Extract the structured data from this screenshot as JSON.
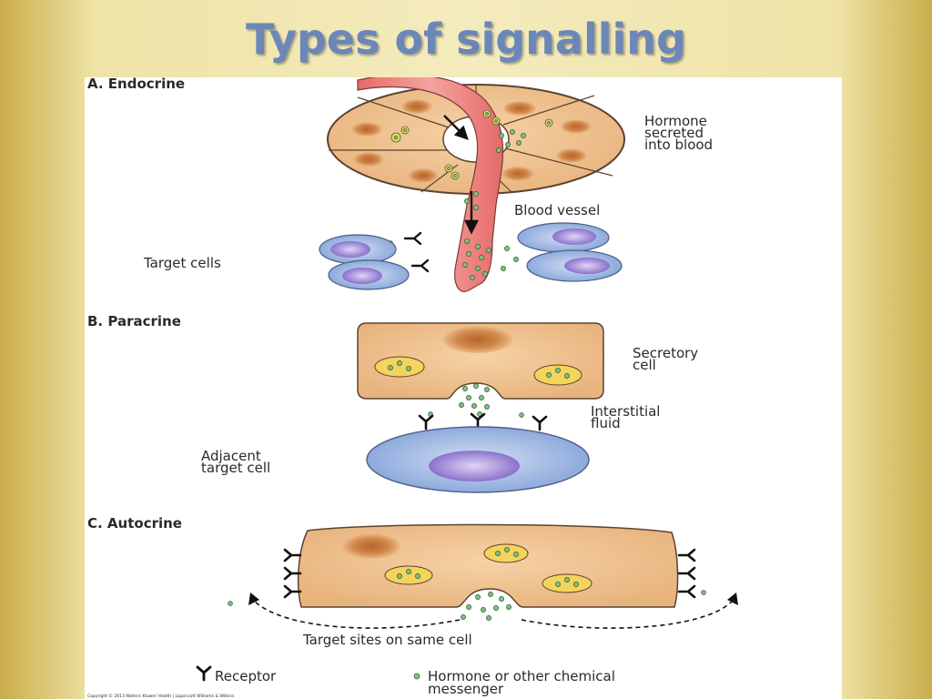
{
  "slide": {
    "title": "Types of signalling"
  },
  "diagram": {
    "sections": {
      "endocrine": "A.  Endocrine",
      "paracrine": "B.  Paracrine",
      "autocrine": "C.  Autocrine"
    },
    "labels": {
      "hormone_secreted_line1": "Hormone",
      "hormone_secreted_line2": "secreted",
      "hormone_secreted_line3": "into blood",
      "blood_vessel": "Blood vessel",
      "target_cells": "Target cells",
      "secretory_cell_line1": "Secretory",
      "secretory_cell_line2": "cell",
      "interstitial_fluid_line1": "Interstitial",
      "interstitial_fluid_line2": "fluid",
      "adjacent_target_line1": "Adjacent",
      "adjacent_target_line2": "target cell",
      "target_sites": "Target sites on same cell"
    },
    "legend": {
      "receptor": "Receptor",
      "messenger_line1": "Hormone or other chemical",
      "messenger_line2": "messenger"
    },
    "copyright": "Copyright © 2013 Wolters Kluwer Health | Lippincott Williams & Wilkins"
  },
  "colors": {
    "title": "#6a87b8",
    "tissue": "#eec08e",
    "nucleus": "#c8783c",
    "vessel": "#ec7f7a",
    "target_cell": "#a9c1e6",
    "target_nucleus": "#9a82d4",
    "messenger": "#7ec081",
    "vesicle": "#f4d45c"
  }
}
